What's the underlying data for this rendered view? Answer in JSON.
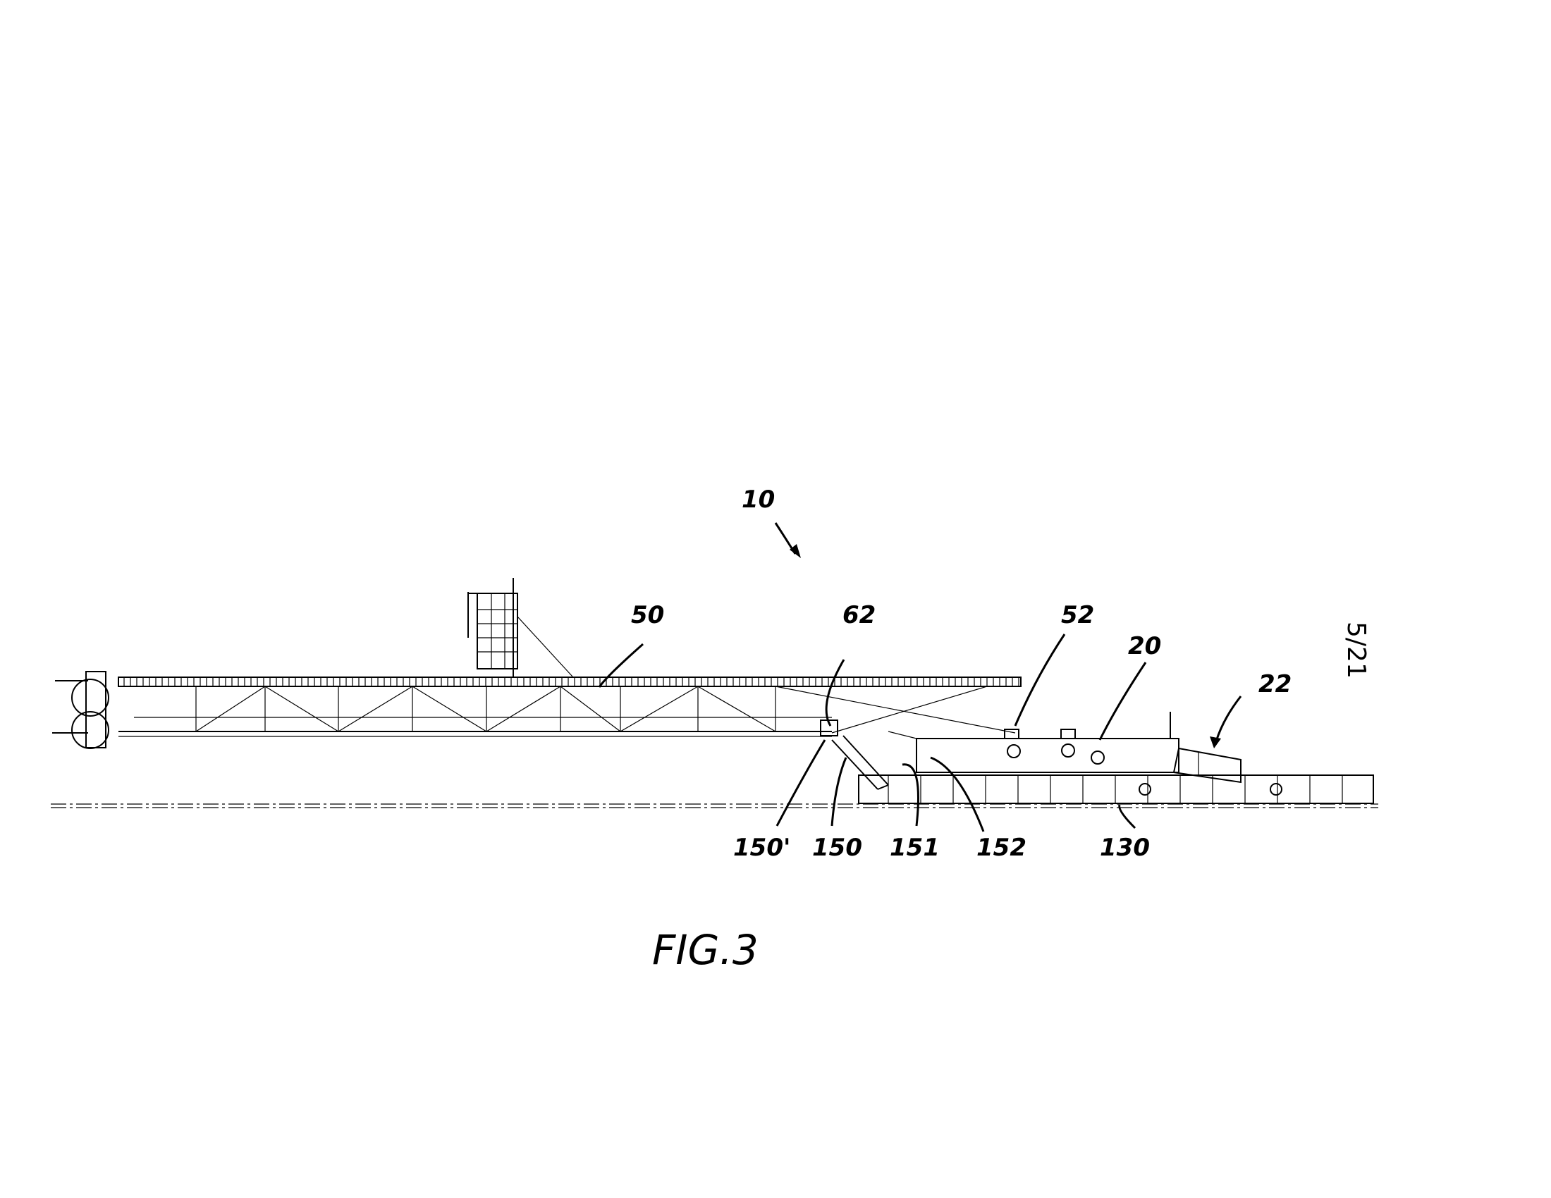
{
  "figure": {
    "caption": "FIG.3",
    "sheet": "5/21",
    "labels": {
      "assembly": "10",
      "boom": "50",
      "pivot": "62",
      "boom_end": "52",
      "substructure": "20",
      "ramp": "22",
      "cylinder_end": "150'",
      "cylinder": "150",
      "hose_1": "151",
      "hose_2": "152",
      "base": "130"
    }
  }
}
